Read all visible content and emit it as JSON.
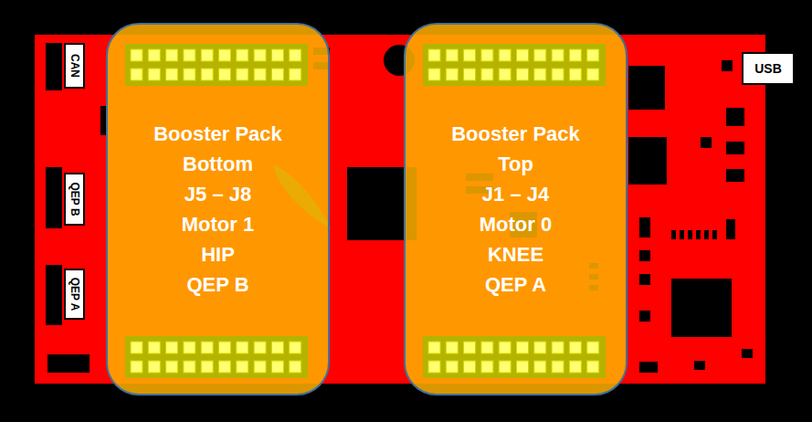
{
  "diagram": {
    "nodes": [
      {
        "text": [
          "CAN"
        ]
      },
      {
        "text": [
          "QEP B"
        ]
      },
      {
        "text": [
          "QEP A"
        ]
      },
      {
        "text": [
          "Booster Pack Bottom",
          "J5 – J8",
          "Motor 1",
          "HIP",
          "QEP B"
        ]
      },
      {
        "text": [
          "Booster Pack Top",
          "J1 – J4",
          "Motor 0",
          "KNEE",
          "QEP A"
        ]
      },
      {
        "text": [
          "USB"
        ]
      }
    ]
  }
}
